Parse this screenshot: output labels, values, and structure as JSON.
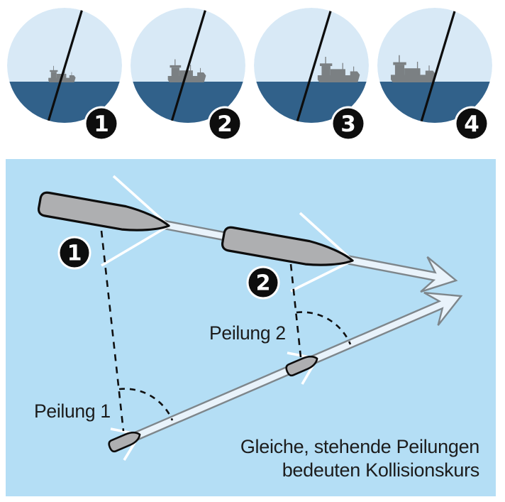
{
  "colors": {
    "sky": "#d8e9f6",
    "sea": "#31618a",
    "ship_silhouette": "#7b8083",
    "panel_bg": "#b4def5",
    "hull_fill": "#aeafb1",
    "outline": "#0d0d0d",
    "arrow_fill": "#e9f3fb",
    "arrow_stroke": "#7e868b",
    "badge_bg": "#0d0d0d",
    "badge_ring": "#ffffff",
    "bearing_line": "#101010",
    "wake": "#ffffff",
    "text": "#1c1c1c"
  },
  "binocular_views": [
    {
      "label": "1"
    },
    {
      "label": "2"
    },
    {
      "label": "3"
    },
    {
      "label": "4"
    }
  ],
  "chart_panel": {
    "position_markers": [
      {
        "label": "1"
      },
      {
        "label": "2"
      }
    ],
    "bearing_label_1": "Peilung 1",
    "bearing_label_2": "Peilung 2",
    "caption_line_1": "Gleiche, stehende Peilungen",
    "caption_line_2": "bedeuten Kollisionskurs"
  }
}
